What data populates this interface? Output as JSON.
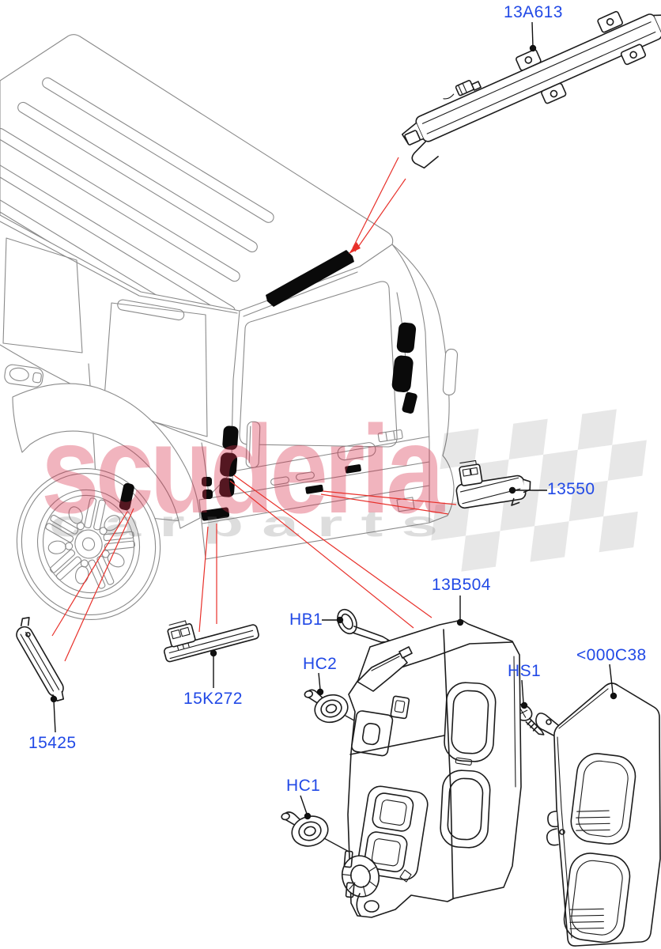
{
  "diagram": {
    "watermark": {
      "brand": "scuderia",
      "tagline": "c a r  p a r t s"
    },
    "colors": {
      "label_blue": "#2149e6",
      "callout_red": "#e8302a",
      "car_line_gray": "#8a8a8a",
      "part_line_black": "#1c1c1c",
      "watermark_pink": "rgba(217,48,76,0.36)",
      "watermark_gray": "rgba(120,120,120,0.25)",
      "flag_gray": "rgba(0,0,0,0.09)"
    },
    "callouts": {
      "high_mounted_stop_lamp": "13A613",
      "licence_plate_lamp": "13550",
      "rear_lamp_assembly": "13B504",
      "side_marker_lamp": "15425",
      "lower_lamp_strip": "15K272",
      "fastener_hb1": "HB1",
      "fastener_hc2": "HC2",
      "fastener_hc1": "HC1",
      "fastener_hs1": "HS1",
      "lamp_guard": "<000C38"
    }
  }
}
